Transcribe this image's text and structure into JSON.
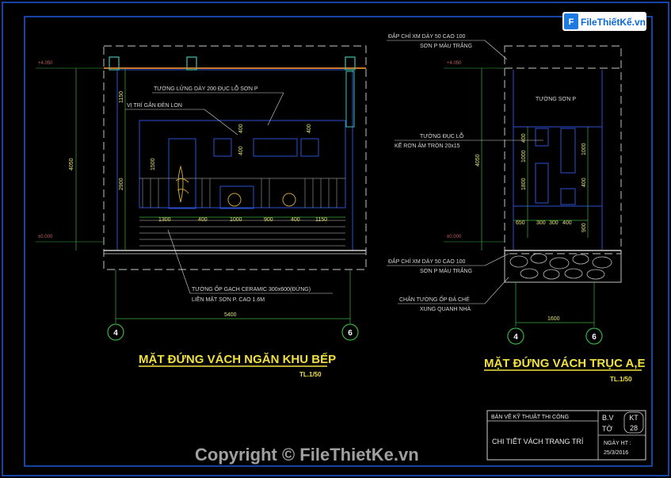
{
  "logo": {
    "text": "FileThiếtKế.vn"
  },
  "watermark": {
    "text": "Copyright © FileThietKe.vn"
  },
  "left_elevation": {
    "title": "MẶT ĐỨNG VÁCH NGĂN KHU BẾP",
    "scale": "TL.1/50",
    "note_top": "TƯỜNG LỬNG DÀY 200 ĐỤC LỖ SƠN P",
    "note_light": "VỊ TRÍ GẮN ĐÈN LON",
    "note_bottom_1": "TƯỜNG ỐP GẠCH CERAMIC 300x600(ĐỨNG)",
    "note_bottom_2": "LIỀN MẶT SƠN P. CAO 1.6M",
    "level_top": "+4.050",
    "level_bottom": "±0.000",
    "dim_total_h": "4050",
    "dim_top_h": "1150",
    "dim_mid_h": "2900",
    "dim_inner_h": "1500",
    "dim_small_1": "400",
    "dim_small_2": "400",
    "dim_small_3": "400",
    "dim_row": [
      "1300",
      "400",
      "1000",
      "900",
      "400",
      "1150"
    ],
    "dim_total_w": "5400",
    "axis_left": "4",
    "axis_right": "6"
  },
  "right_elevation": {
    "title": "MẶT ĐỨNG VÁCH TRỤC A,E",
    "scale": "TL.1/50",
    "note_1a": "ĐẮP CHỈ XM DÀY 50 CAO 100",
    "note_1b": "SƠN P MÀU TRẮNG",
    "note_wall": "TƯỜNG SƠN P",
    "note_2a": "TƯỜNG ĐỤC LỖ",
    "note_2b": "KẾ RƠN ÂM TRÒN 20x15",
    "note_3a": "ĐẮP CHỈ XM DÀY 50 CAO 100",
    "note_3b": "SƠN P MÀU TRẮNG",
    "note_4a": "CHÂN TƯỜNG ỐP ĐÁ CHẺ",
    "note_4b": "XUNG QUANH NHÀ",
    "level_top": "+4.050",
    "level_bottom": "±0.000",
    "dim_total_h": "4050",
    "dim_v": [
      "400",
      "1000",
      "400",
      "1000",
      "900"
    ],
    "dim_1800": "1800",
    "dim_row": [
      "650",
      "300",
      "300",
      "400"
    ],
    "dim_total_w": "1600",
    "axis_left": "4",
    "axis_right": "6"
  },
  "title_block": {
    "header": "BẢN VẼ KỸ THUẬT THI CÔNG",
    "bv_label": "B.V",
    "to_label": "TỜ",
    "sheet_code": "KT",
    "sheet_no": "28",
    "drawing_name": "CHI TIẾT VÁCH TRANG TRÍ",
    "date_label": "NGÀY HT :",
    "date": "25/3/2016"
  },
  "colors": {
    "frame": "#1e5adc",
    "wall_blue": "#2a4fd0",
    "dim_yellow": "#d8d860",
    "dim_green": "#3ab040",
    "title_yellow": "#f0e040",
    "level_red": "#c06060",
    "cyan": "#40c0b0"
  }
}
